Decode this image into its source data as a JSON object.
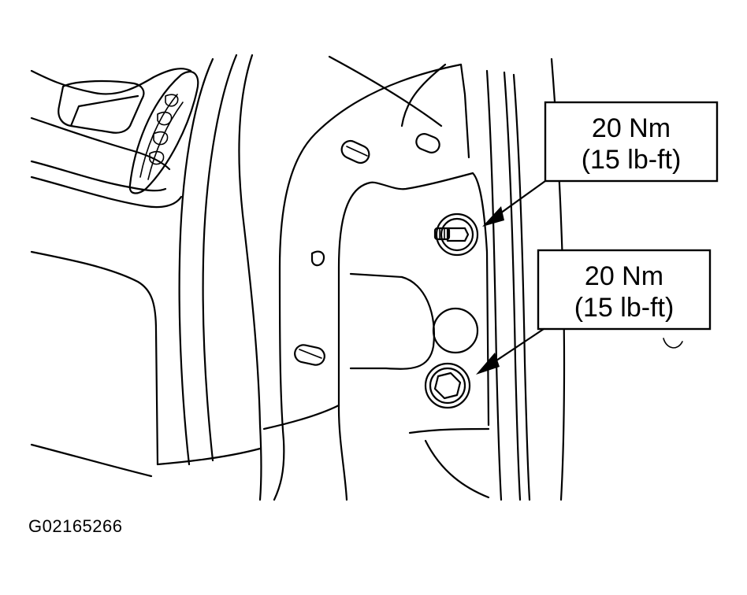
{
  "figure_id": "G02165266",
  "callouts": [
    {
      "line1": "20 Nm",
      "line2": "(15 lb-ft)",
      "target": "upper-fastener"
    },
    {
      "line1": "20 Nm",
      "line2": "(15 lb-ft)",
      "target": "lower-fastener"
    }
  ],
  "fasteners": [
    {
      "name": "stud-nut",
      "kind": "nut-on-stud"
    },
    {
      "name": "hex-bolt",
      "kind": "hex-head-bolt"
    }
  ],
  "colors": {
    "ink": "#000000",
    "paper": "#ffffff"
  }
}
